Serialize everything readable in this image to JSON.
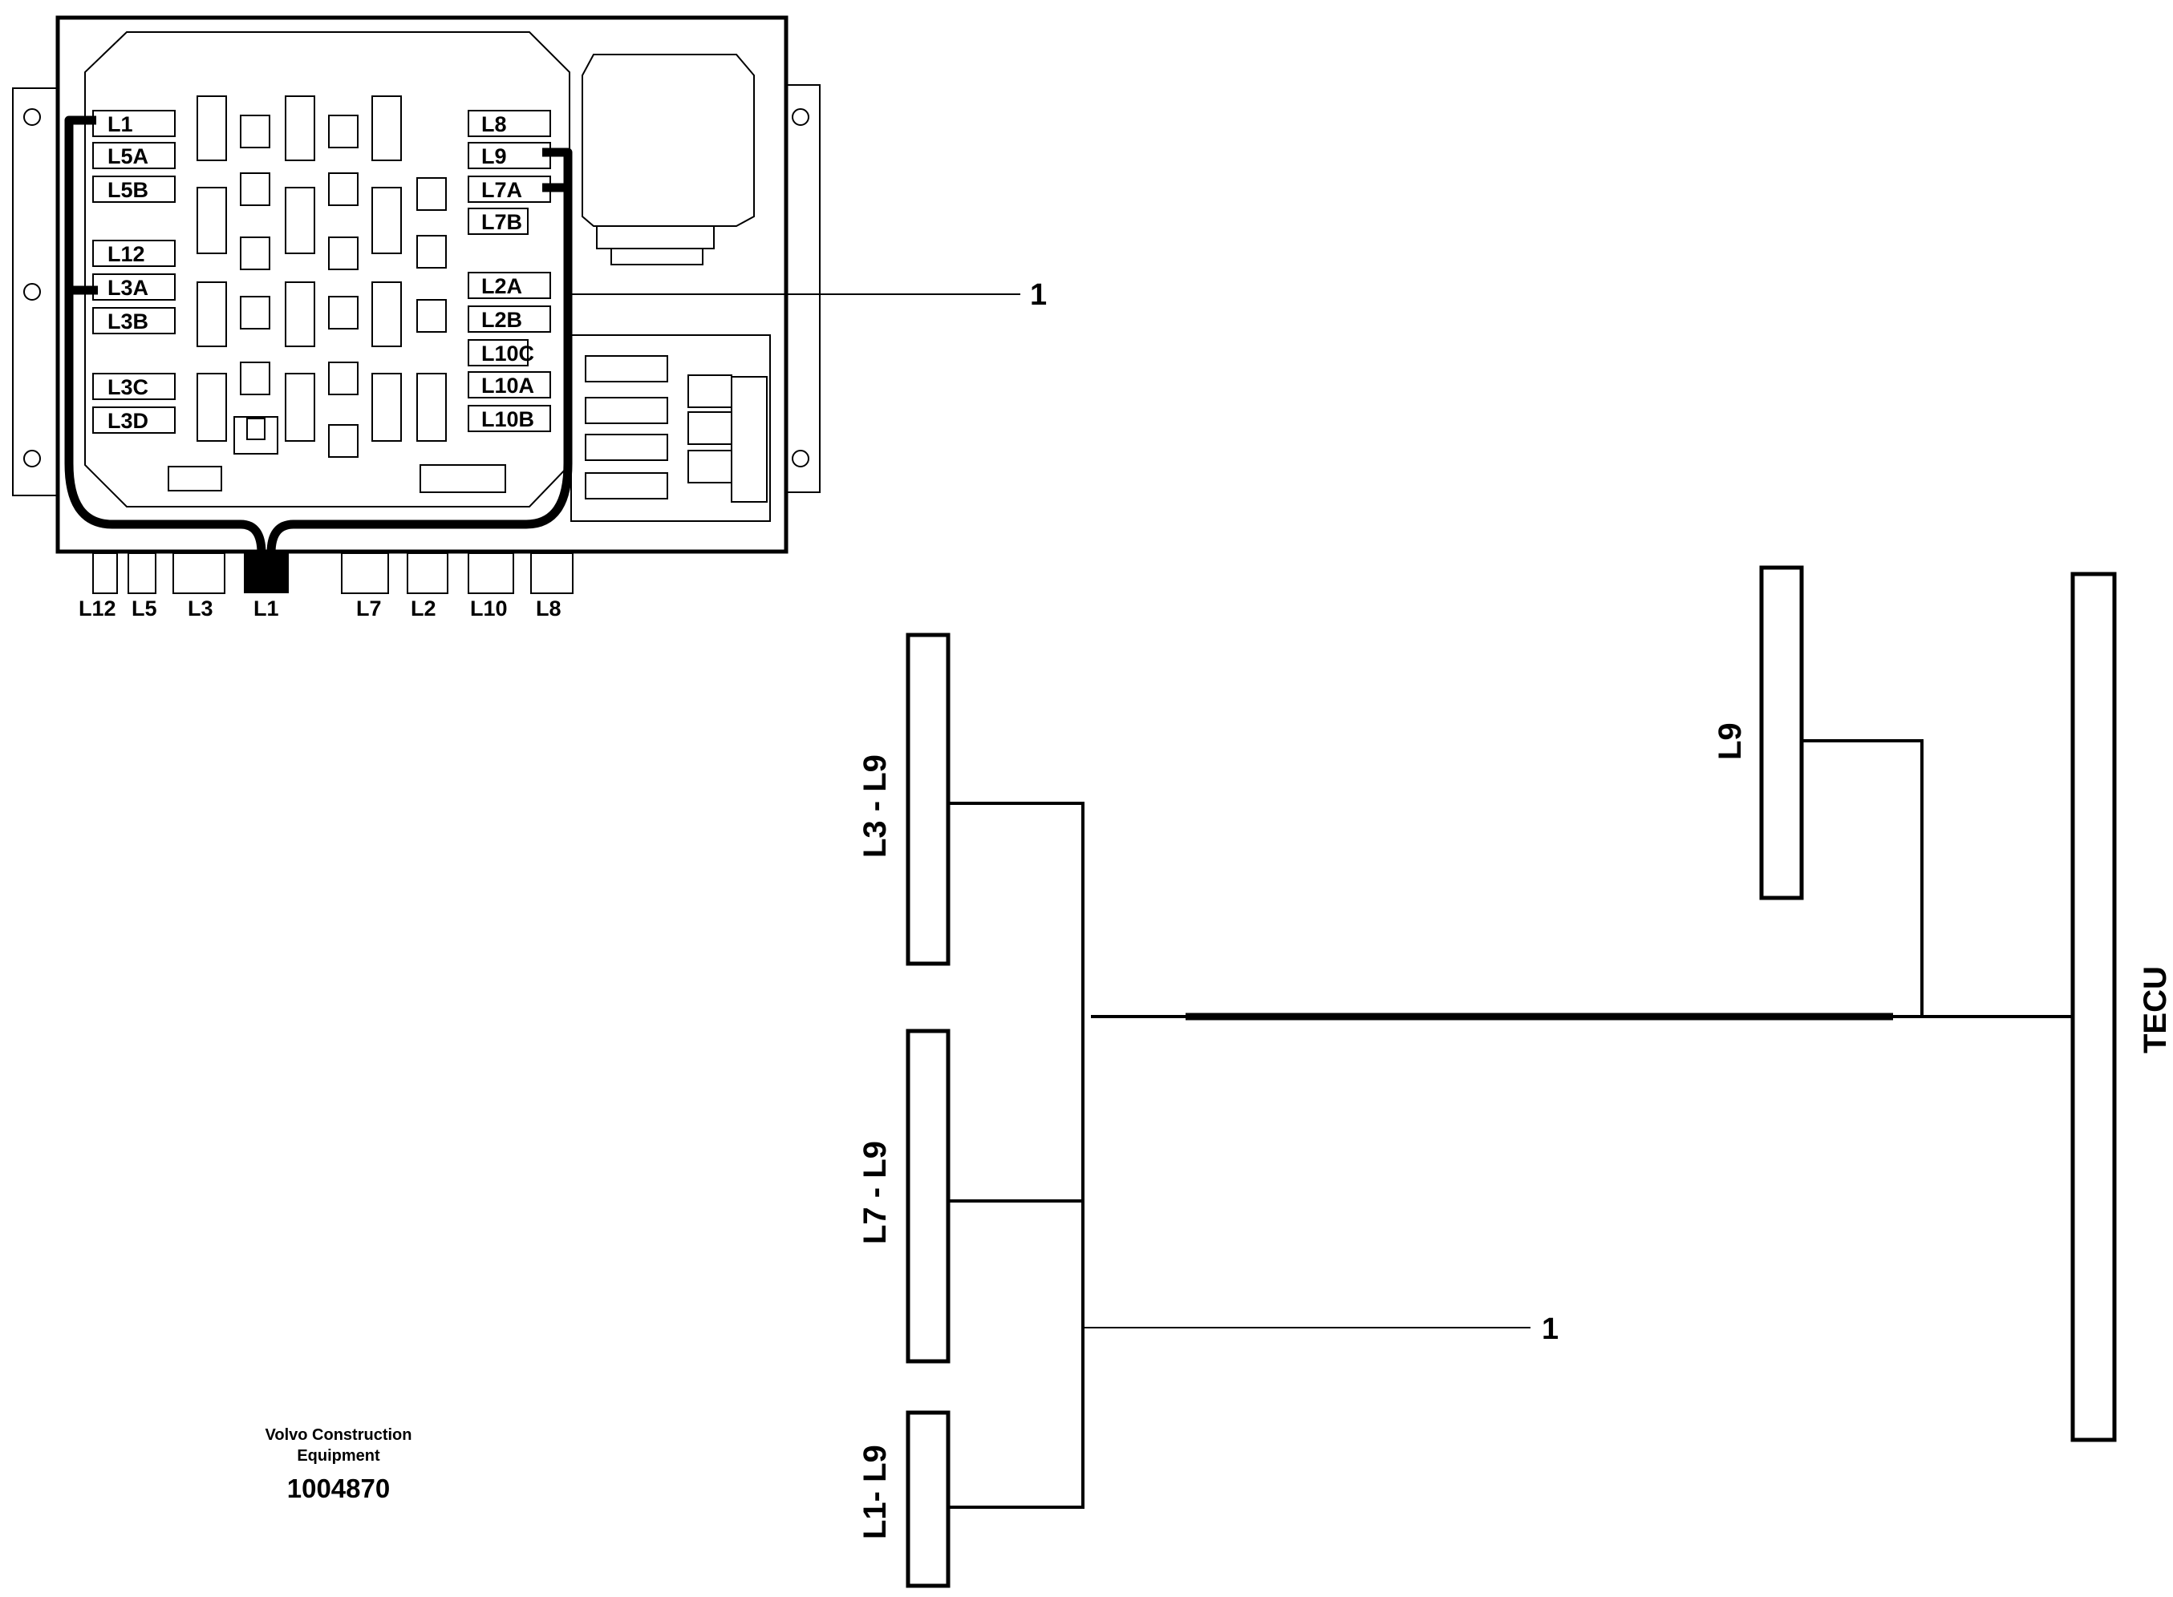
{
  "fuse_labels": {
    "L1": "L1",
    "L5A": "L5A",
    "L5B": "L5B",
    "L12": "L12",
    "L3A": "L3A",
    "L3B": "L3B",
    "L3C": "L3C",
    "L3D": "L3D",
    "L8": "L8",
    "L9": "L9",
    "L7A": "L7A",
    "L7B": "L7B",
    "L2A": "L2A",
    "L2B": "L2B",
    "L10C": "L10C",
    "L10A": "L10A",
    "L10B": "L10B"
  },
  "connector_labels": {
    "L12": "L12",
    "L5": "L5",
    "L3": "L3",
    "L1": "L1",
    "L7": "L7",
    "L2": "L2",
    "L10": "L10",
    "L8": "L8"
  },
  "callouts": {
    "top": "1",
    "bottom": "1"
  },
  "schematic": {
    "l3_l9": "L3 - L9",
    "l7_l9": "L7 - L9",
    "l1_l9": "L1- L9",
    "l9": "L9",
    "tecu": "TECU"
  },
  "footer": {
    "company_line1": "Volvo Construction",
    "company_line2": "Equipment",
    "part_number": "1004870"
  }
}
